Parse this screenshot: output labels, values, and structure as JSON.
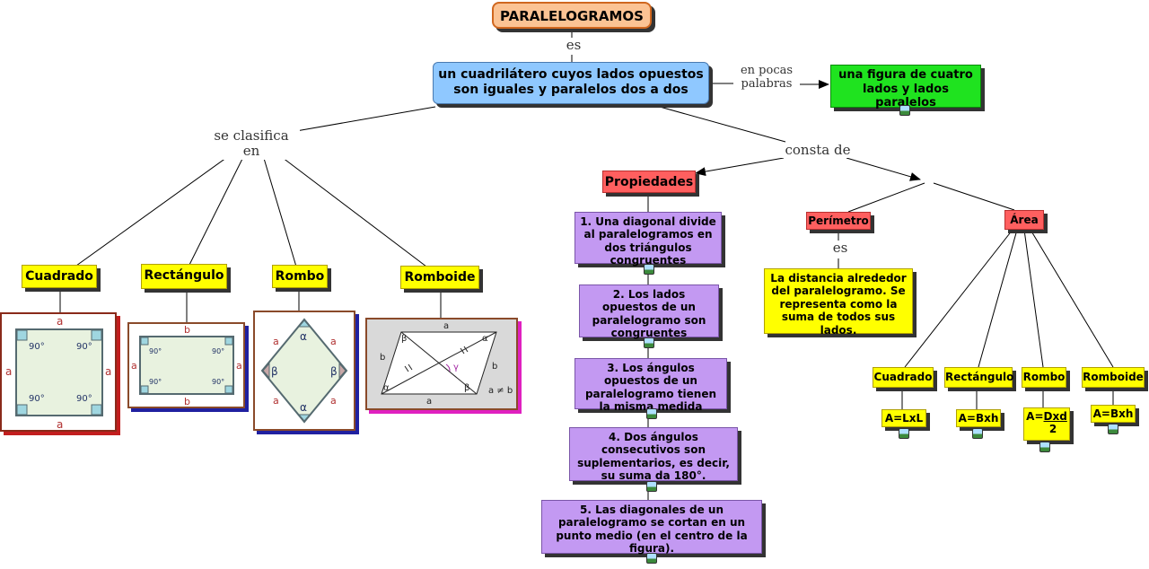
{
  "map": {
    "title": "PARALELOGRAMOS",
    "definition_link": "es",
    "definition": "un cuadrilátero cuyos lados opuestos son iguales y paralelos dos a dos",
    "summary_link": "en pocas palabras",
    "summary": "una figura de cuatro lados y lados paralelos",
    "classify_link": "se clasifica en",
    "consists_link": "consta de"
  },
  "types": [
    {
      "label": "Cuadrado"
    },
    {
      "label": "Rectángulo"
    },
    {
      "label": "Rombo"
    },
    {
      "label": "Romboide"
    }
  ],
  "square_fig": {
    "side": "a",
    "angle": "90°"
  },
  "rect_fig": {
    "long": "b",
    "short": "a",
    "angle": "90°"
  },
  "rhombus_fig": {
    "side": "a",
    "alpha": "α",
    "beta": "β"
  },
  "romboid_fig": {
    "a": "a",
    "b": "b",
    "alpha": "α",
    "beta": "β",
    "gamma": "γ",
    "neq": "a ≠ b"
  },
  "properties": {
    "label": "Propiedades",
    "items": [
      "1. Una diagonal divide al paralelogramos en dos triángulos congruentes",
      "2. Los lados opuestos de un paralelogramo son congruentes",
      "3. Los ángulos opuestos de un paralelogramo tienen la misma medida",
      "4. Dos ángulos consecutivos son suplementarios, es decir, su suma da 180°.",
      "5. Las diagonales de un paralelogramo se cortan en un punto medio (en el centro de la figura)."
    ]
  },
  "perimeter": {
    "label": "Perímetro",
    "link": "es",
    "definition": "La distancia alrededor del paralelogramo. Se representa como la suma de todos sus lados."
  },
  "area": {
    "label": "Área",
    "items": [
      {
        "label": "Cuadrado",
        "formula": "A=LxL"
      },
      {
        "label": "Rectángulo",
        "formula": "A=Bxh"
      },
      {
        "label": "Rombo",
        "formula_prefix": "A=",
        "formula_num": "Dxd",
        "formula_den": "2"
      },
      {
        "label": "Romboide",
        "formula": "A=Bxh"
      }
    ]
  },
  "colors": {
    "title_fill": "#fbc394",
    "definition_fill": "#8fc8ff",
    "summary_fill": "#1fe31f",
    "category_fill": "#ff5f5f",
    "type_fill": "#ffff00",
    "property_fill": "#c399f2",
    "figure_fill": "#e8f2df"
  },
  "icons": [
    "image-icon",
    "arrow-head-icon"
  ]
}
